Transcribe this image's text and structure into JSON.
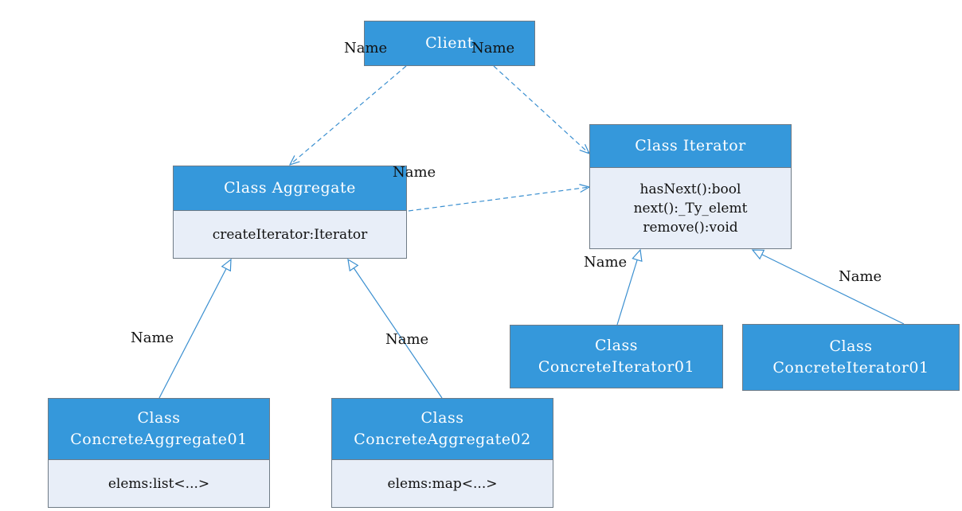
{
  "colors": {
    "header_fill": "#3598db",
    "body_fill": "#e8eef8",
    "border": "#6f7b86",
    "connector": "#3a8fd0"
  },
  "classes": {
    "client": {
      "title": "Client"
    },
    "aggregate": {
      "title": "Class Aggregate",
      "members": [
        "createIterator:Iterator"
      ]
    },
    "iterator": {
      "title": "Class Iterator",
      "members": [
        "hasNext():bool",
        "next():_Ty_elemt",
        "remove():void"
      ]
    },
    "concrete_aggregate_01": {
      "title_line1": "Class",
      "title_line2": "ConcreteAggregate01",
      "members": [
        "elems:list<...>"
      ]
    },
    "concrete_aggregate_02": {
      "title_line1": "Class",
      "title_line2": "ConcreteAggregate02",
      "members": [
        "elems:map<...>"
      ]
    },
    "concrete_iterator_a": {
      "title_line1": "Class",
      "title_line2": "ConcreteIterator01"
    },
    "concrete_iterator_b": {
      "title_line1": "Class",
      "title_line2": "ConcreteIterator01"
    }
  },
  "edges": {
    "client_to_aggregate": {
      "type": "dependency",
      "label": "Name"
    },
    "client_to_iterator": {
      "type": "dependency",
      "label": "Name"
    },
    "aggregate_to_iterator": {
      "type": "dependency",
      "label": "Name"
    },
    "concrete_aggregate_01_to_aggregate": {
      "type": "generalization",
      "label": "Name"
    },
    "concrete_aggregate_02_to_aggregate": {
      "type": "generalization",
      "label": "Name"
    },
    "concrete_iterator_a_to_iterator": {
      "type": "generalization",
      "label": "Name"
    },
    "concrete_iterator_b_to_iterator": {
      "type": "generalization",
      "label": "Name"
    }
  }
}
